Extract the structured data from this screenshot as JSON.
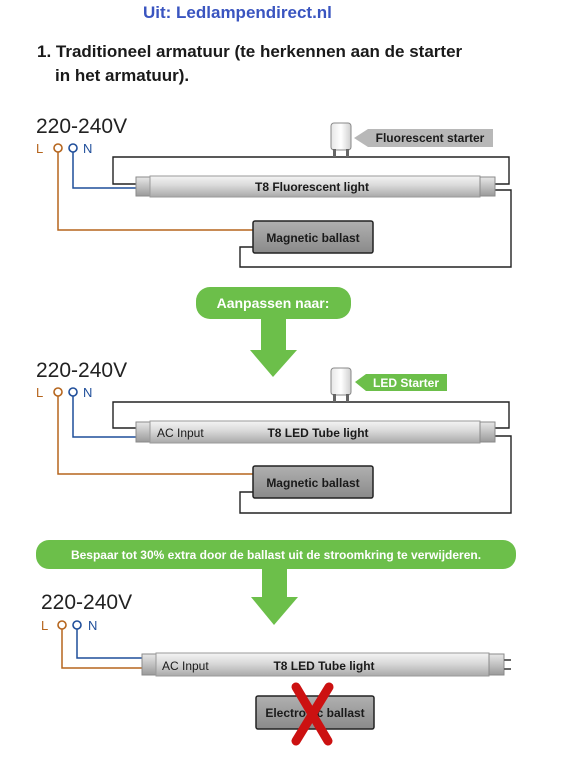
{
  "source": "Uit: Ledlampendirect.nl",
  "heading": {
    "line1": "1. Traditioneel armatuur (te herkennen aan de starter",
    "line2": "in het armatuur)."
  },
  "sections": [
    {
      "voltage": "220-240V",
      "live": "L",
      "neutral": "N",
      "starter_label": "Fluorescent starter",
      "tube_label": "T8 Fluorescent light",
      "ballast_label": "Magnetic ballast"
    },
    {
      "voltage": "220-240V",
      "live": "L",
      "neutral": "N",
      "starter_label": "LED Starter",
      "tube_label": "T8 LED Tube light",
      "input_label": "AC Input",
      "ballast_label": "Magnetic ballast"
    },
    {
      "voltage": "220-240V",
      "live": "L",
      "neutral": "N",
      "tube_label": "T8 LED Tube light",
      "input_label": "AC Input",
      "ballast_label": "Electronic ballast"
    }
  ],
  "arrow1_label": "Aanpassen naar:",
  "banner_label": "Bespaar tot 30% extra door de ballast uit de stroomkring te verwijderen.",
  "colors": {
    "source": "#3a55c0",
    "live_wire": "#b5651d",
    "neutral_wire": "#1f4e9a",
    "green": "#6cbf4a",
    "ballast": "#9e9e9e",
    "cross": "#cc1111"
  }
}
